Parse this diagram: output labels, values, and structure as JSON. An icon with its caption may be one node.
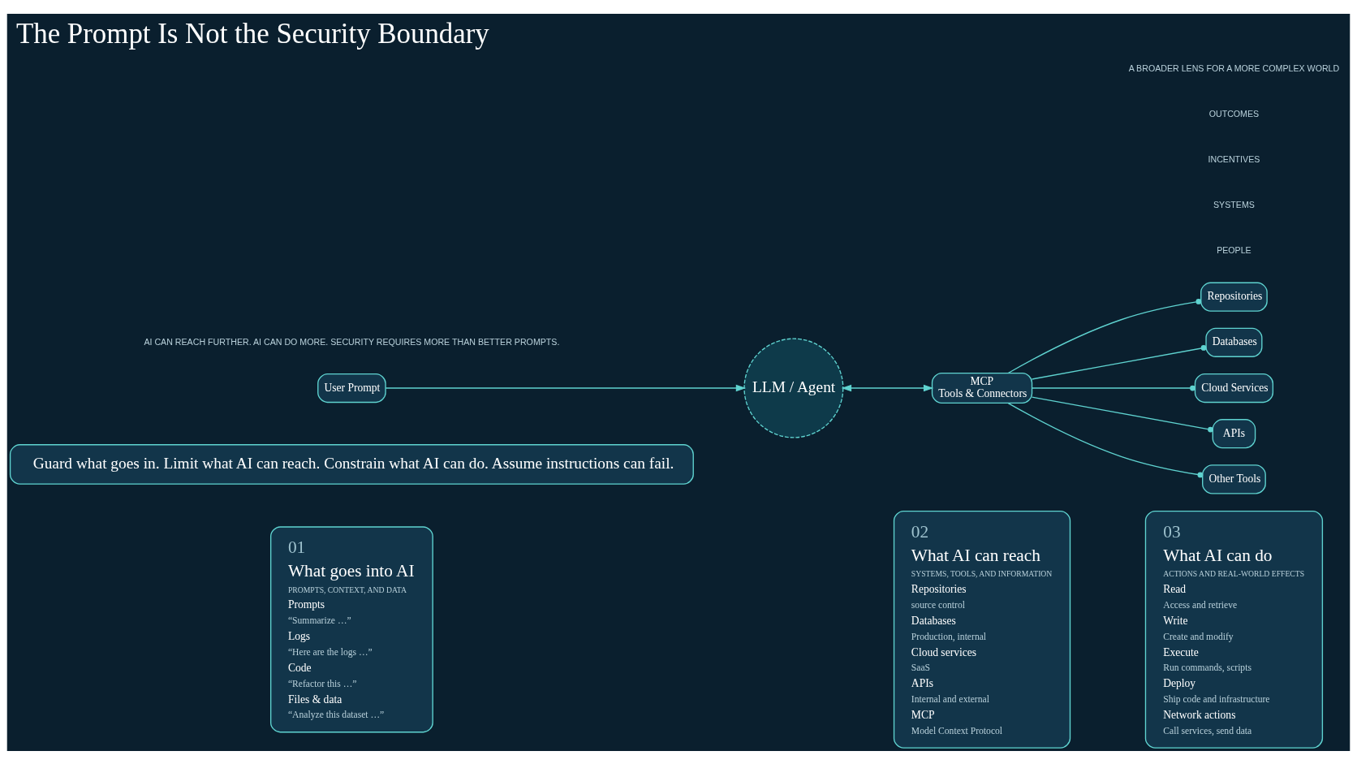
{
  "diagram": {
    "title": "The Prompt Is Not the Security Boundary",
    "nodes": [
      {
        "text": [
          "01",
          "What goes into AI",
          "PROMPTS, CONTEXT, AND DATA",
          "Prompts",
          "“Summarize …”",
          "Logs",
          "“Here are the logs …”",
          "Code",
          "“Refactor this …”",
          "Files & data",
          "“Analyze this dataset …”"
        ]
      },
      {
        "text": [
          "02",
          "What AI can reach",
          "SYSTEMS, TOOLS, AND INFORMATION",
          "Repositories",
          "source control",
          "Databases",
          "Production, internal",
          "Cloud services",
          "SaaS",
          "APIs",
          "Internal and external",
          "MCP",
          "Model Context Protocol"
        ]
      },
      {
        "text": [
          "03",
          "What AI can do",
          "ACTIONS AND REAL-WORLD EFFECTS",
          "Read",
          "Access and retrieve",
          "Write",
          "Create and modify",
          "Execute",
          "Run commands, scripts",
          "Deploy",
          "Ship code and infrastructure",
          "Network actions",
          "Call services, send data"
        ]
      },
      {
        "text": [
          "User Prompt"
        ]
      },
      {
        "text": [
          "LLM / Agent"
        ]
      },
      {
        "text": [
          "MCP",
          "Tools & Connectors"
        ]
      },
      {
        "text": [
          "Repositories"
        ]
      },
      {
        "text": [
          "Databases"
        ]
      },
      {
        "text": [
          "Cloud Services"
        ]
      },
      {
        "text": [
          "APIs"
        ]
      },
      {
        "text": [
          "Other Tools"
        ]
      },
      {
        "text": [
          "Guard what goes in. Limit what AI can reach. Constrain what AI can do. Assume instructions can fail."
        ]
      }
    ],
    "edges": [
      {
        "from": 3,
        "to": 4,
        "arrow": "to"
      },
      {
        "from": 4,
        "to": 5,
        "arrow": "both"
      },
      {
        "from": 5,
        "to": 6,
        "arrow": "other"
      },
      {
        "from": 5,
        "to": 7,
        "arrow": "other"
      },
      {
        "from": 5,
        "to": 8,
        "arrow": "other"
      },
      {
        "from": 5,
        "to": 9,
        "arrow": "other"
      },
      {
        "from": 5,
        "to": 10,
        "arrow": "other"
      }
    ],
    "labels": [
      "PEOPLE",
      "SYSTEMS",
      "INCENTIVES",
      "OUTCOMES",
      "AI CAN REACH FURTHER. AI CAN DO MORE. SECURITY REQUIRES MORE THAN BETTER PROMPTS.",
      "A BROADER LENS FOR A MORE COMPLEX WORLD"
    ]
  }
}
